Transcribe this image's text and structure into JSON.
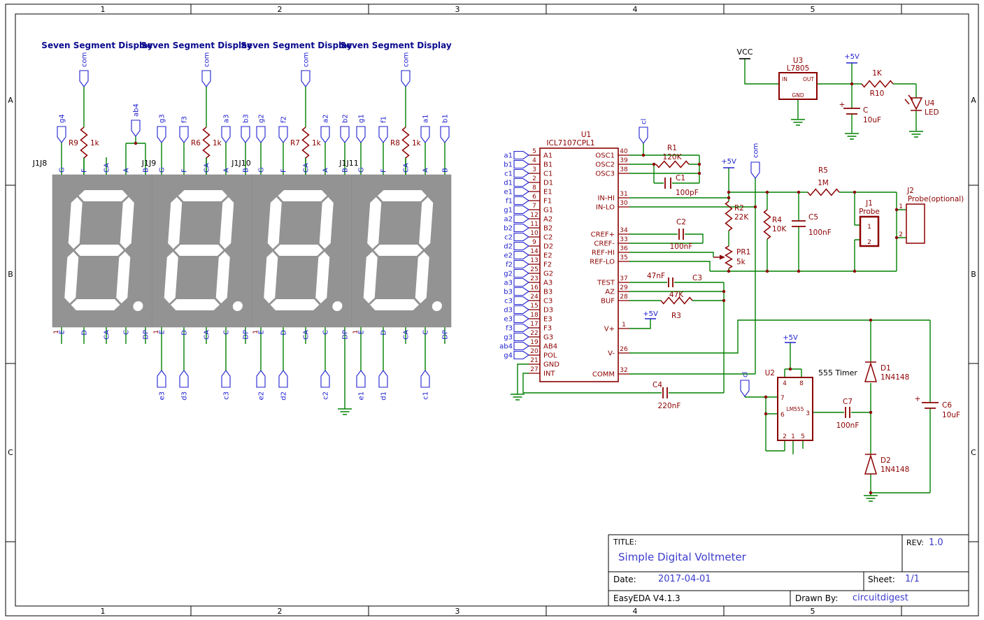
{
  "frame": {
    "column_labels": [
      "1",
      "2",
      "3",
      "4",
      "5"
    ],
    "row_labels": [
      "A",
      "B",
      "C"
    ]
  },
  "seven_segment": {
    "section_title": "Seven Segment Display",
    "top_pin_labels": [
      "G",
      "F",
      "CA",
      "A",
      "B"
    ],
    "bottom_pin_labels": [
      "E",
      "D",
      "CA",
      "C",
      "DP"
    ],
    "first_pin_number": "1",
    "displays": [
      {
        "connector": "J1J8",
        "top_nets": {
          "g": "g4",
          "com": "com",
          "ab": "ab4"
        },
        "res": {
          "ref": "R9",
          "value": "1k"
        },
        "bottom_nets": {}
      },
      {
        "connector": "J1J9",
        "top_nets": {
          "g": "g3",
          "f": "f3",
          "com": "com",
          "a": "a3",
          "b": "b3"
        },
        "res": {
          "ref": "R6",
          "value": "1k"
        },
        "bottom_nets": {
          "e": "e3",
          "d": "d3",
          "c": "c3"
        }
      },
      {
        "connector": "J1J10",
        "top_nets": {
          "g": "g2",
          "f": "f2",
          "com": "com",
          "a": "a2",
          "b": "b2"
        },
        "res": {
          "ref": "R7",
          "value": "1k"
        },
        "bottom_nets": {
          "e": "e2",
          "d": "d2",
          "c": "c2"
        }
      },
      {
        "connector": "J1J11",
        "top_nets": {
          "g": "g1",
          "f": "f1",
          "com": "com",
          "a": "a1",
          "b": "b1"
        },
        "res": {
          "ref": "R8",
          "value": "1k"
        },
        "bottom_nets": {
          "e": "e1",
          "d": "d1",
          "c": "c1"
        }
      }
    ]
  },
  "u1": {
    "ref": "U1",
    "part": "ICL7107CPL1",
    "left_pins": [
      {
        "num": "5",
        "name": "A1",
        "net": "a1"
      },
      {
        "num": "4",
        "name": "B1",
        "net": "b1"
      },
      {
        "num": "3",
        "name": "C1",
        "net": "c1"
      },
      {
        "num": "2",
        "name": "D1",
        "net": "d1"
      },
      {
        "num": "8",
        "name": "E1",
        "net": "e1"
      },
      {
        "num": "6",
        "name": "F1",
        "net": "f1"
      },
      {
        "num": "7",
        "name": "G1",
        "net": "g1"
      },
      {
        "num": "12",
        "name": "A2",
        "net": "a2"
      },
      {
        "num": "11",
        "name": "B2",
        "net": "b2"
      },
      {
        "num": "10",
        "name": "C2",
        "net": "c2"
      },
      {
        "num": "9",
        "name": "D2",
        "net": "d2"
      },
      {
        "num": "14",
        "name": "E2",
        "net": "e2"
      },
      {
        "num": "13",
        "name": "F2",
        "net": "f2"
      },
      {
        "num": "25",
        "name": "G2",
        "net": "g2"
      },
      {
        "num": "23",
        "name": "A3",
        "net": "a3"
      },
      {
        "num": "16",
        "name": "B3",
        "net": "b3"
      },
      {
        "num": "24",
        "name": "C3",
        "net": "c3"
      },
      {
        "num": "15",
        "name": "D3",
        "net": "d3"
      },
      {
        "num": "18",
        "name": "E3",
        "net": "e3"
      },
      {
        "num": "17",
        "name": "F3",
        "net": "f3"
      },
      {
        "num": "22",
        "name": "G3",
        "net": "g3"
      },
      {
        "num": "19",
        "name": "AB4",
        "net": "ab4"
      },
      {
        "num": "20",
        "name": "POL",
        "net": "g4"
      },
      {
        "num": "21",
        "name": "GND",
        "net": ""
      },
      {
        "num": "27",
        "name": "INT",
        "net": ""
      }
    ],
    "right_pins": [
      {
        "num": "40",
        "name": "OSC1"
      },
      {
        "num": "39",
        "name": "OSC2"
      },
      {
        "num": "38",
        "name": "OSC3"
      },
      {
        "num": "31",
        "name": "IN-HI"
      },
      {
        "num": "30",
        "name": "IN-LO"
      },
      {
        "num": "34",
        "name": "CREF+"
      },
      {
        "num": "33",
        "name": "CREF-"
      },
      {
        "num": "36",
        "name": "REF-HI"
      },
      {
        "num": "35",
        "name": "REF-LO"
      },
      {
        "num": "37",
        "name": "TEST"
      },
      {
        "num": "29",
        "name": "AZ"
      },
      {
        "num": "28",
        "name": "BUF"
      },
      {
        "num": "1",
        "name": "V+"
      },
      {
        "num": "26",
        "name": "V-"
      },
      {
        "num": "32",
        "name": "COMM"
      }
    ]
  },
  "nets": {
    "vcc": "VCC",
    "p5": "+5V",
    "cl": "cl",
    "com": "com"
  },
  "components": {
    "r1": {
      "ref": "R1",
      "value": "120K"
    },
    "c1": {
      "ref": "C1",
      "value": "100pF"
    },
    "r2": {
      "ref": "R2",
      "value": "22K"
    },
    "r4": {
      "ref": "R4",
      "value": "10K"
    },
    "c5": {
      "ref": "C5",
      "value": "100nF"
    },
    "r5": {
      "ref": "R5",
      "value": "1M"
    },
    "pr1": {
      "ref": "PR1",
      "value": "5k"
    },
    "c2": {
      "ref": "C2",
      "value": "100nF"
    },
    "c3": {
      "ref": "C3",
      "value": "47nF"
    },
    "r3": {
      "ref": "R3",
      "value": "47K"
    },
    "c4": {
      "ref": "C4",
      "value": "220nF"
    },
    "j1": {
      "ref": "J1",
      "value": "Probe",
      "pins": [
        "1",
        "2"
      ]
    },
    "j2": {
      "ref": "J2",
      "value": "Probe(optional)",
      "pins": [
        "1",
        "2"
      ]
    },
    "u3": {
      "ref": "U3",
      "value": "L7805",
      "pin_in": "IN",
      "pin_out": "OUT",
      "pin_gnd": "GND"
    },
    "c": {
      "ref": "C",
      "value": "10uF",
      "plus": "+"
    },
    "r10": {
      "ref": "R10",
      "value": "1K"
    },
    "u4": {
      "ref": "U4",
      "value": "LED"
    },
    "u2": {
      "ref": "U2",
      "value": "555 Timer",
      "inner": "LM555",
      "pins": [
        "4",
        "8",
        "7",
        "6",
        "3",
        "2",
        "1",
        "5"
      ]
    },
    "c7": {
      "ref": "C7",
      "value": "100nF"
    },
    "d1": {
      "ref": "D1",
      "value": "1N4148"
    },
    "d2": {
      "ref": "D2",
      "value": "1N4148"
    },
    "c6": {
      "ref": "C6",
      "value": "10uF",
      "plus": "+"
    }
  },
  "title_block": {
    "title_label": "TITLE:",
    "title": "Simple Digital Voltmeter",
    "rev_label": "REV:",
    "rev": "1.0",
    "date_label": "Date:",
    "date": "2017-04-01",
    "sheet_label": "Sheet:",
    "sheet": "1/1",
    "tool": "EasyEDA V4.1.3",
    "drawn_by_label": "Drawn By:",
    "drawn_by": "circuitdigest"
  }
}
